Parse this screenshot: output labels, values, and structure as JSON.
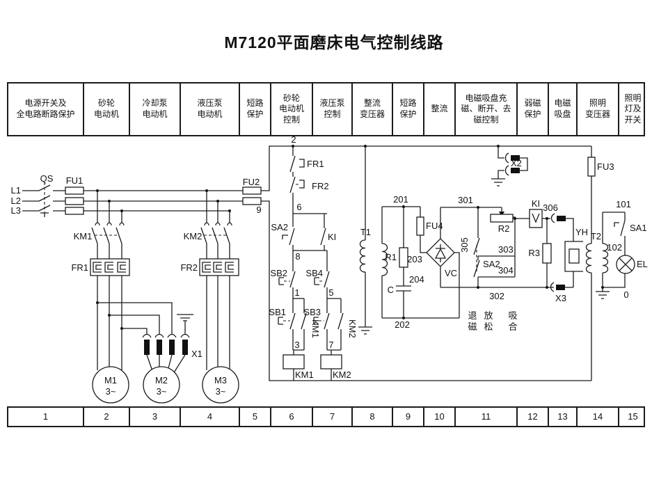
{
  "title": "M7120平面磨床电气控制线路",
  "table": {
    "columns": [
      {
        "label": "电源开关及\n全电路断路保护",
        "number": "1"
      },
      {
        "label": "砂轮\n电动机",
        "number": "2"
      },
      {
        "label": "冷却泵\n电动机",
        "number": "3"
      },
      {
        "label": "液压泵\n电动机",
        "number": "4"
      },
      {
        "label": "短路\n保护",
        "number": "5"
      },
      {
        "label": "砂轮\n电动机\n控制",
        "number": "6"
      },
      {
        "label": "液压泵\n控制",
        "number": "7"
      },
      {
        "label": "整流\n变压器",
        "number": "8"
      },
      {
        "label": "短路\n保护",
        "number": "9"
      },
      {
        "label": "整流",
        "number": "10"
      },
      {
        "label": "电磁吸盘充\n磁、断开、去\n磁控制",
        "number": "11"
      },
      {
        "label": "弱磁\n保护",
        "number": "12"
      },
      {
        "label": "电磁\n吸盘",
        "number": "13"
      },
      {
        "label": "照明\n变压器",
        "number": "14"
      },
      {
        "label": "照明\n灯及\n开关",
        "number": "15"
      }
    ]
  },
  "labels": {
    "l1": "L1",
    "l2": "L2",
    "l3": "L3",
    "qs": "QS",
    "fu1": "FU1",
    "fu2": "FU2",
    "fu3": "FU3",
    "fu4": "FU4",
    "km1_main": "KM1",
    "km2_main": "KM2",
    "fr1_box": "FR1",
    "fr2_box": "FR2",
    "x1": "X1",
    "x2": "X2",
    "x3": "X3",
    "m1": "M1",
    "m2": "M2",
    "m3": "M3",
    "three_phase": "3~",
    "w2": "2",
    "w9": "9",
    "w6": "6",
    "w8": "8",
    "w1": "1",
    "w5": "5",
    "w3": "3",
    "w7": "7",
    "fr1_nc": "FR1",
    "fr2_nc": "FR2",
    "sa2_ctl": "SA2",
    "ki_contact": "KI",
    "sb1": "SB1",
    "sb2": "SB2",
    "sb3": "SB3",
    "sb4": "SB4",
    "km1_aux": "KM1",
    "km2_aux": "KM2",
    "km1_coil": "KM1",
    "km2_coil": "KM2",
    "t1": "T1",
    "w201": "201",
    "w202": "202",
    "w203": "203",
    "w204": "204",
    "r1": "R1",
    "c": "C",
    "vc": "VC",
    "w301": "301",
    "w302": "302",
    "w303": "303",
    "w304": "304",
    "w305": "305",
    "w306": "306",
    "r2": "R2",
    "r3": "R3",
    "ki_coil": "KI",
    "sa2_sel": "SA2",
    "yh": "YH",
    "t2": "T2",
    "w101": "101",
    "w102": "102",
    "w0": "0",
    "sa1": "SA1",
    "el": "EL"
  },
  "sa2_positions": [
    {
      "top": "退",
      "bottom": "磁"
    },
    {
      "top": "放",
      "bottom": "松"
    },
    {
      "top": "吸",
      "bottom": "合"
    }
  ]
}
